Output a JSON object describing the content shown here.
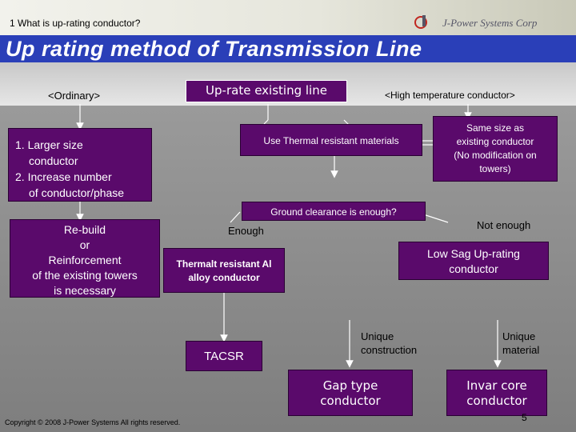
{
  "header": {
    "kicker": "1 What is up-rating conductor?",
    "brand": "J-Power Systems Corp",
    "title": "Up rating method of Transmission Line"
  },
  "columns": {
    "ordinary": "<Ordinary>",
    "uprate": "Up-rate existing line",
    "high_temp": "<High temperature conductor>"
  },
  "ordinary_box": {
    "line1": "1. Larger size",
    "line2": "conductor",
    "line3": "2. Increase number",
    "line4": "of conductor/phase"
  },
  "rebuild_box": {
    "line1": "Re-build",
    "line2": "or",
    "line3": "Reinforcement",
    "line4": "of the existing towers",
    "line5": "is necessary"
  },
  "thermal_box": {
    "text": "Use Thermal resistant materials"
  },
  "same_size_box": {
    "line1": "Same size as",
    "line2": "existing conductor",
    "line3": "(No modification on",
    "line4": "towers)"
  },
  "ground_clearance": "Ground clearance is enough?",
  "enough": "Enough",
  "not_enough": "Not enough",
  "thermalt_box": {
    "line1": "Thermalt resistant Al",
    "line2": "alloy conductor"
  },
  "low_sag_box": {
    "line1": "Low Sag Up-rating",
    "line2": "conductor"
  },
  "tacsr": "TACSR",
  "unique_construction": {
    "line1": "Unique",
    "line2": "construction"
  },
  "unique_material": {
    "line1": "Unique",
    "line2": "material"
  },
  "gap_box": {
    "line1": "Gap type",
    "line2": "conductor"
  },
  "invar_box": {
    "line1": "Invar core",
    "line2": "conductor"
  },
  "footer": {
    "copyright": "Copyright ©  2008 J-Power Systems All rights reserved.",
    "page": "5"
  },
  "colors": {
    "title_bar": "#2a3fb8",
    "box_fill": "#5a0a6b",
    "box_text": "#ffffff",
    "background": "#8c8c8c"
  }
}
